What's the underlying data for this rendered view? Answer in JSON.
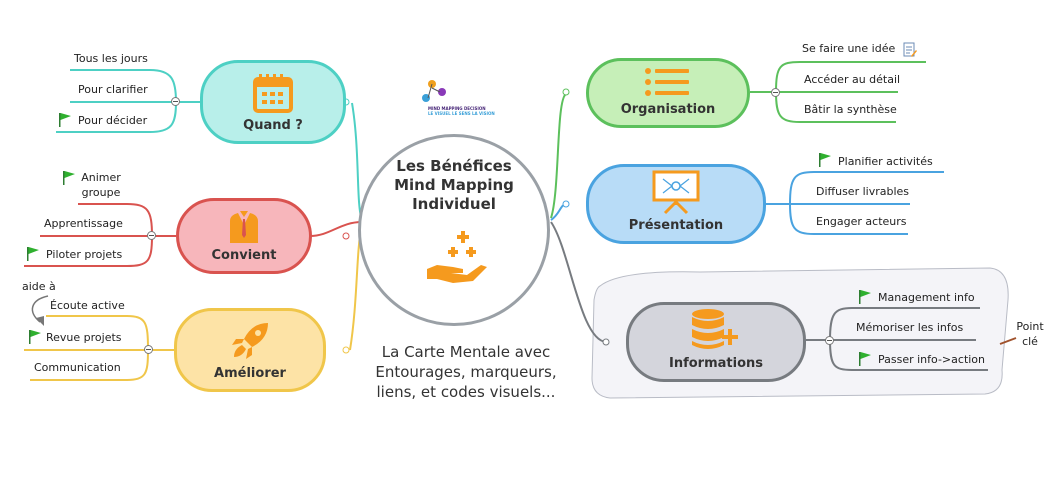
{
  "center": {
    "title_lines": [
      "Les Bénéfices",
      "Mind Mapping",
      "Individuel"
    ],
    "icon": "hand-plus-icon"
  },
  "caption_lines": [
    "La Carte Mentale avec",
    "Entourages, marqueurs,",
    "liens, et codes visuels..."
  ],
  "logo": {
    "name": "MIND MAPPING DECISION",
    "tagline": "LE VISUEL LE SENS LA VISION"
  },
  "branches": {
    "quand": {
      "label": "Quand ?",
      "icon": "calendar-icon",
      "color": "#4dd0c4",
      "fill": "#b8efea",
      "leaves": [
        "Tous les jours",
        "Pour clarifier",
        "Pour décider"
      ]
    },
    "convient": {
      "label": "Convient",
      "icon": "suit-icon",
      "color": "#d9534f",
      "fill": "#f7b6bb",
      "leaves": [
        "Animer",
        "groupe",
        "Apprentissage",
        "Piloter projets"
      ]
    },
    "ameliorer": {
      "label": "Améliorer",
      "icon": "rocket-icon",
      "color": "#f0c64a",
      "fill": "#fde3a6",
      "leaves": [
        "Écoute active",
        "Revue projets",
        "Communication"
      ]
    },
    "organisation": {
      "label": "Organisation",
      "icon": "list-icon",
      "color": "#5cc05c",
      "fill": "#c6efb8",
      "leaves": [
        "Se faire une idée",
        "Accéder au détail",
        "Bâtir la synthèse"
      ]
    },
    "presentation": {
      "label": "Présentation",
      "icon": "presentation-board-icon",
      "color": "#4aa3e0",
      "fill": "#b8dcf7",
      "leaves": [
        "Planifier activités",
        "Diffuser livrables",
        "Engager acteurs"
      ]
    },
    "informations": {
      "label": "Informations",
      "icon": "database-plus-icon",
      "color": "#777b80",
      "fill": "#d4d5dc",
      "leaves": [
        "Management info",
        "Mémoriser les infos",
        "Passer info->action"
      ]
    }
  },
  "relationship_label": "aide à",
  "callout_lines": [
    "Point",
    "clé"
  ],
  "marker": "green-flag-icon",
  "note_icon": "note-icon",
  "accent_orange": "#f59a1e"
}
